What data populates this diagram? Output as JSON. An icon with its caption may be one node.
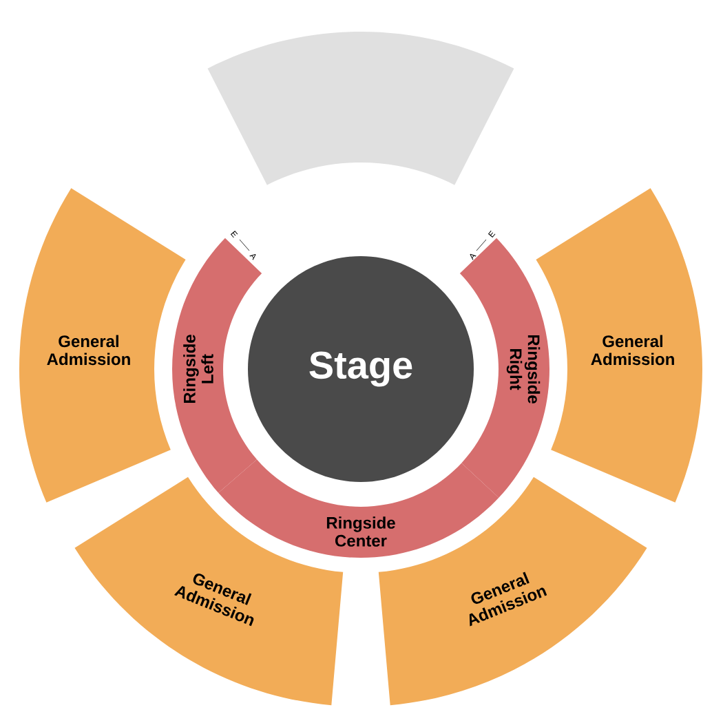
{
  "diagram": {
    "nodes": [
      {
        "text": [],
        "shape": "band"
      },
      {
        "text": [
          "General Admission"
        ]
      },
      {
        "text": [
          "Ringside Left"
        ]
      },
      {
        "text": [
          "Stage"
        ]
      },
      {
        "text": [
          "Ringside Right"
        ]
      },
      {
        "text": [
          "General Admission"
        ]
      },
      {
        "text": [
          "Ringside Center"
        ]
      },
      {
        "text": [
          "General Admission"
        ]
      },
      {
        "text": [
          "General Admission"
        ]
      }
    ],
    "edges": [],
    "labels": [
      "E",
      "A",
      "A",
      "E"
    ]
  }
}
